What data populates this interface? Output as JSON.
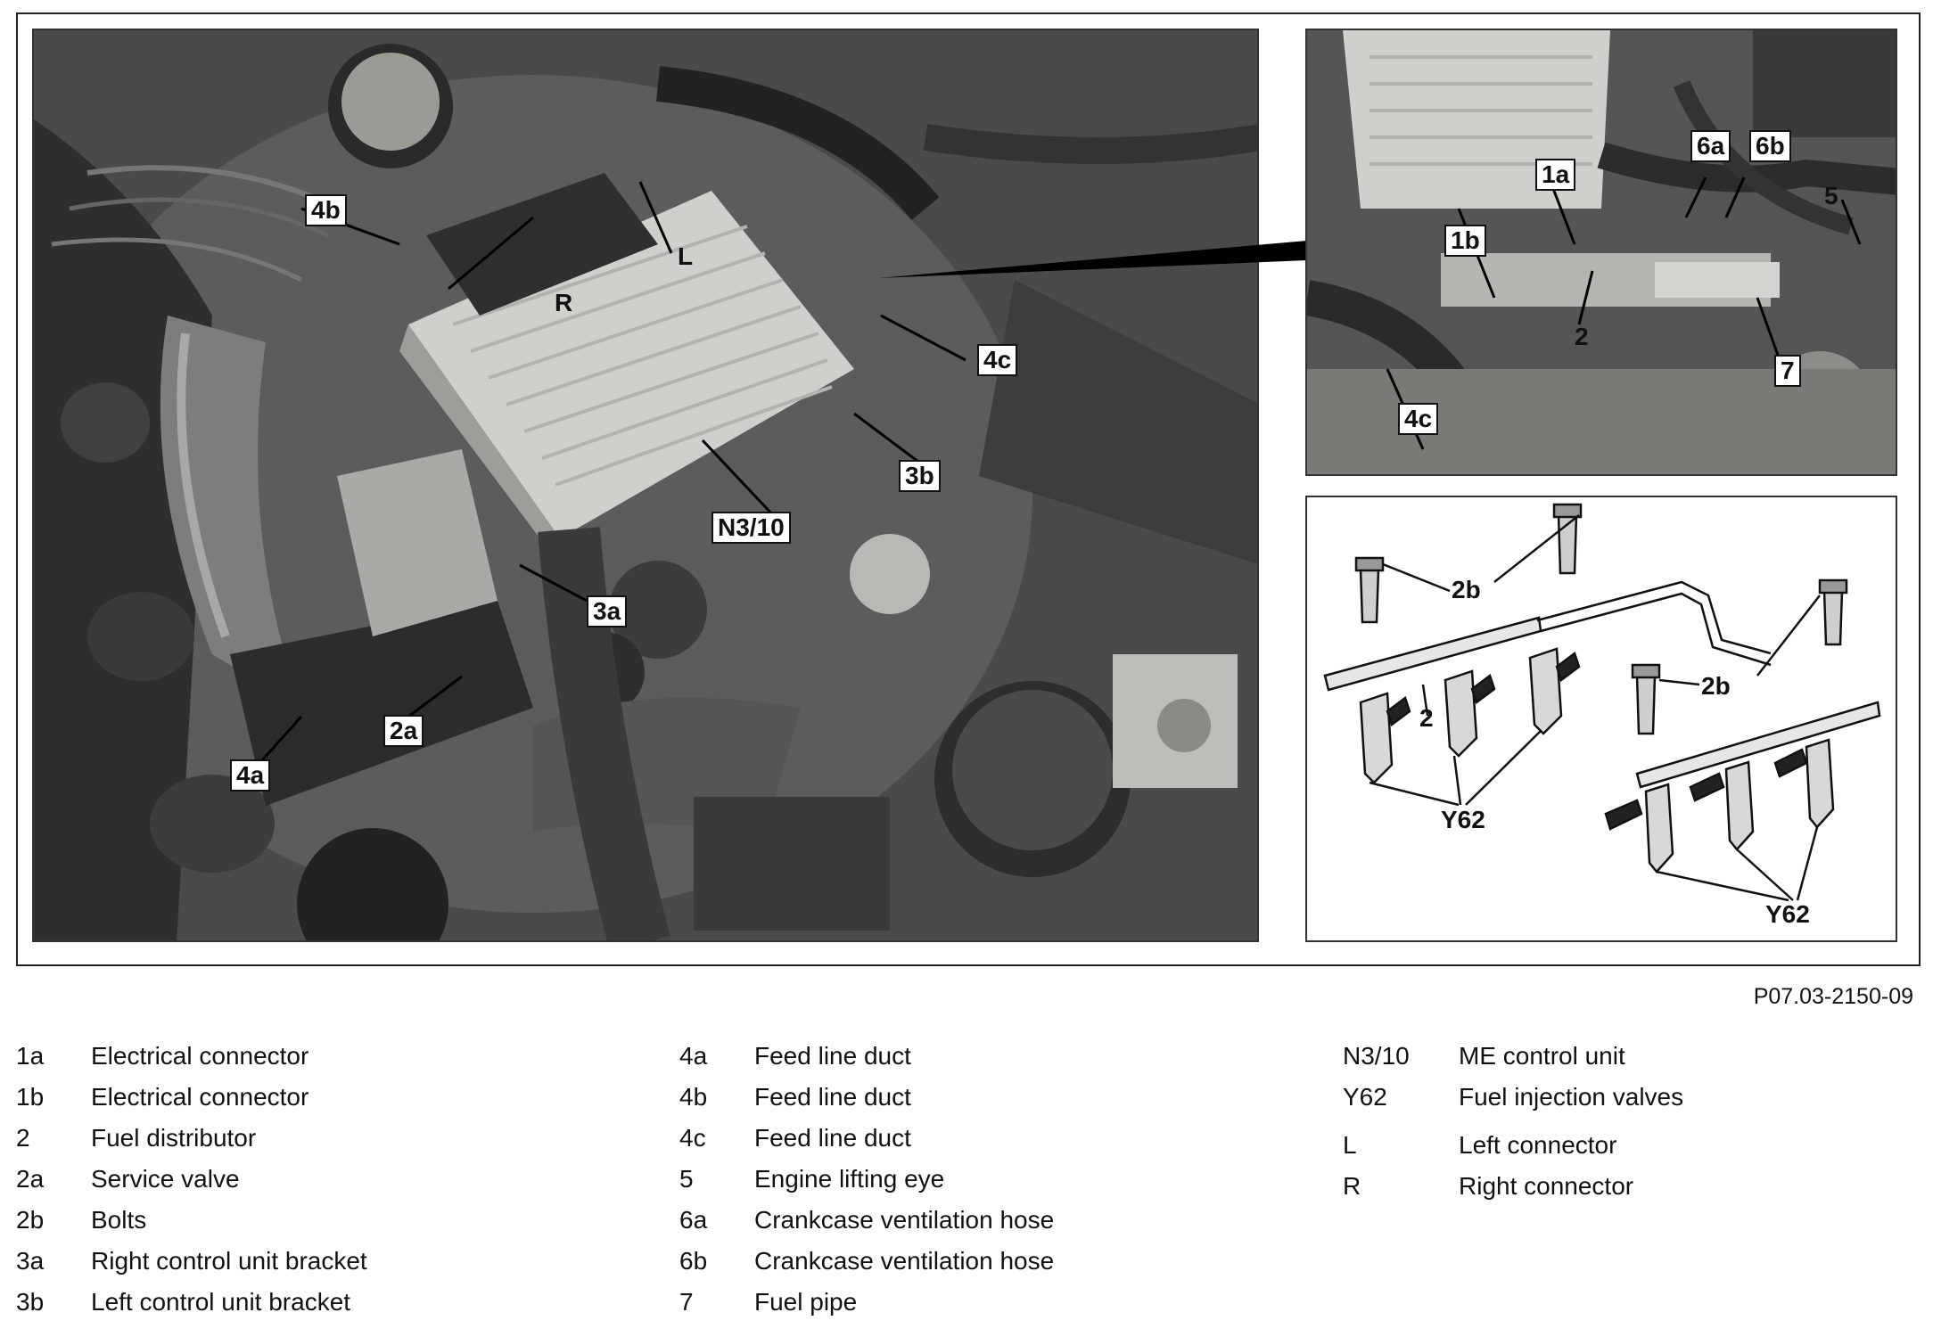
{
  "main_photo": {
    "callouts": {
      "lbl_4b": "4b",
      "lbl_R": "R",
      "lbl_L": "L",
      "lbl_4c": "4c",
      "lbl_3b": "3b",
      "lbl_N310": "N3/10",
      "lbl_3a": "3a",
      "lbl_2a": "2a",
      "lbl_4a": "4a"
    }
  },
  "inset_photo": {
    "callouts": {
      "lbl_1a": "1a",
      "lbl_6a": "6a",
      "lbl_6b": "6b",
      "lbl_5": "5",
      "lbl_1b": "1b",
      "lbl_2": "2",
      "lbl_7": "7",
      "lbl_4c": "4c"
    }
  },
  "inset_drawing": {
    "labels": {
      "lbl_2b_top": "2b",
      "lbl_2b_right": "2b",
      "lbl_2": "2",
      "lbl_Y62_left": "Y62",
      "lbl_Y62_right": "Y62"
    }
  },
  "figure_id": "P07.03-2150-09",
  "legend": {
    "col1": [
      {
        "key": "1a",
        "desc": "Electrical connector"
      },
      {
        "key": "1b",
        "desc": "Electrical connector"
      },
      {
        "key": "2",
        "desc": "Fuel distributor"
      },
      {
        "key": "2a",
        "desc": "Service valve"
      },
      {
        "key": "2b",
        "desc": "Bolts"
      },
      {
        "key": "3a",
        "desc": "Right control unit bracket"
      },
      {
        "key": "3b",
        "desc": "Left control unit bracket"
      }
    ],
    "col2": [
      {
        "key": "4a",
        "desc": "Feed line duct"
      },
      {
        "key": "4b",
        "desc": "Feed line duct"
      },
      {
        "key": "4c",
        "desc": "Feed line duct"
      },
      {
        "key": "5",
        "desc": "Engine lifting eye"
      },
      {
        "key": "6a",
        "desc": "Crankcase ventilation hose"
      },
      {
        "key": "6b",
        "desc": "Crankcase ventilation hose"
      },
      {
        "key": "7",
        "desc": "Fuel pipe"
      }
    ],
    "col3": [
      {
        "key": "N3/10",
        "desc": "ME control unit"
      },
      {
        "key": "Y62",
        "desc": "Fuel injection valves"
      },
      {
        "key": "L",
        "desc": "Left connector"
      },
      {
        "key": "R",
        "desc": "Right connector"
      }
    ]
  },
  "colors": {
    "border": "#222222",
    "photo_dark": "#1e1e1e",
    "photo_light": "#c8c8c8",
    "label_bg": "#ffffff"
  }
}
